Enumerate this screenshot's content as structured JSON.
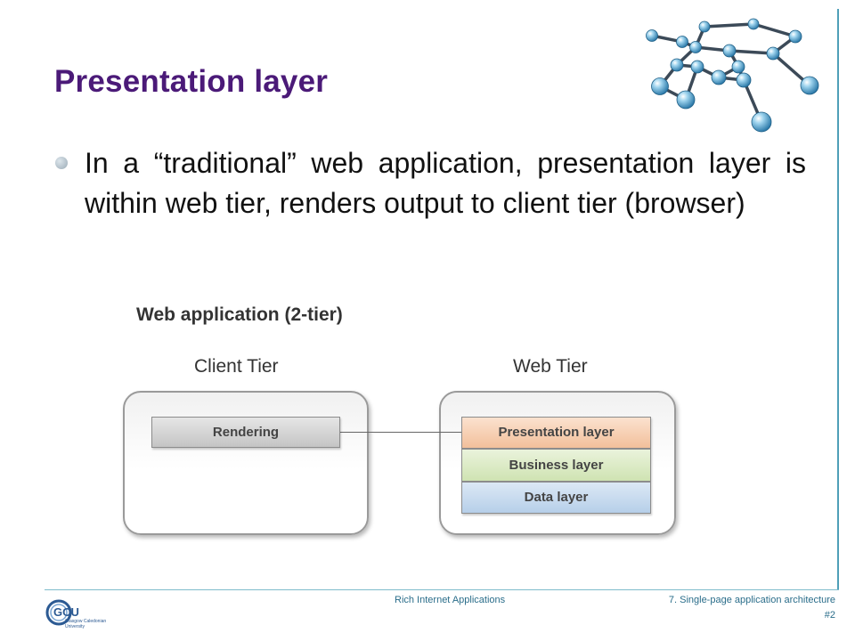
{
  "slide": {
    "title": "Presentation layer",
    "bullets": [
      "In a “traditional” web application, presentation layer is within web tier, renders output to client tier (browser)"
    ]
  },
  "diagram": {
    "title": "Web application (2-tier)",
    "client_tier": {
      "label": "Client Tier",
      "layers": [
        "Rendering"
      ]
    },
    "web_tier": {
      "label": "Web Tier",
      "layers": [
        "Presentation layer",
        "Business layer",
        "Data layer"
      ]
    }
  },
  "footer": {
    "course": "Rich Internet Applications",
    "topic": "7. Single-page application architecture",
    "slide_number": "#2"
  },
  "logo": {
    "initials": "GCU",
    "name_line1": "Glasgow Caledonian",
    "name_line2": "University"
  },
  "colors": {
    "title": "#4b1a78",
    "accent_rule": "#4f9fb8",
    "footer_text": "#2a6d8a",
    "presentation_layer": "#f5c9a6",
    "business_layer": "#d7e8bf",
    "data_layer": "#bfd5ec",
    "rendering_layer": "#cfcfcf"
  },
  "icons": {
    "decoration": "molecule-network-icon",
    "bullet": "round-bullet-icon",
    "logo": "gcu-logo"
  }
}
